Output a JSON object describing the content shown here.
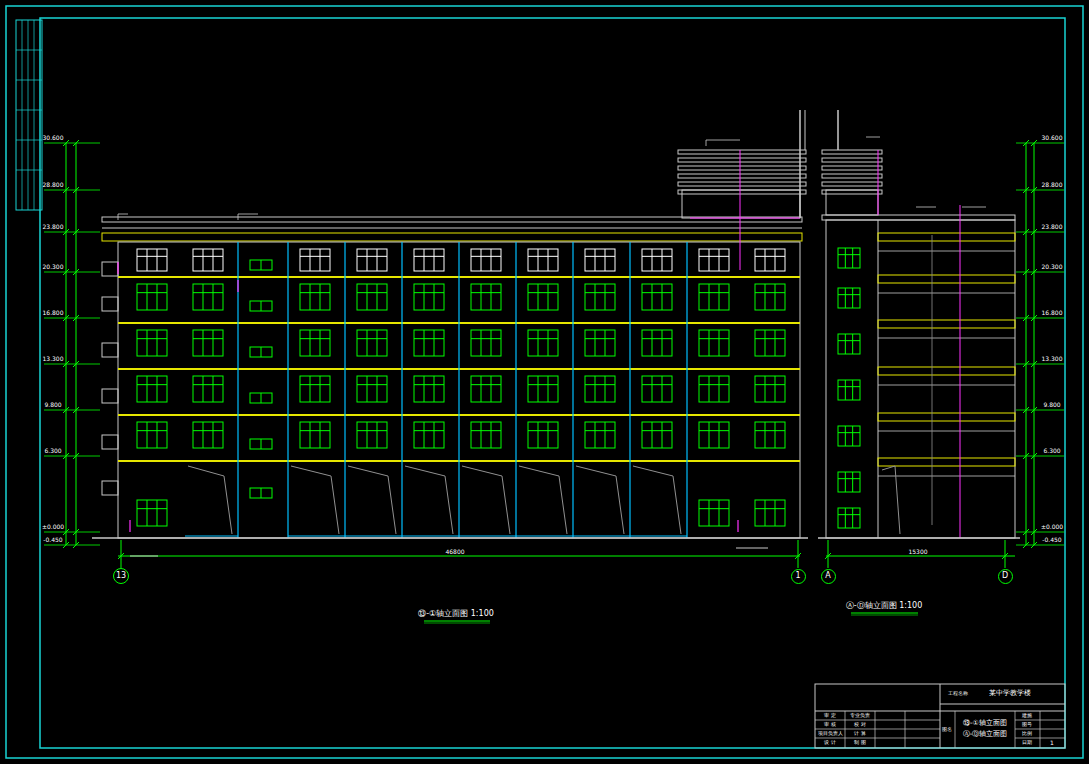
{
  "diagram": {
    "nodes": [
      {
        "text": [
          "13"
        ]
      },
      {
        "text": [
          "1"
        ]
      },
      {
        "text": [
          "A"
        ]
      },
      {
        "text": [
          "D"
        ]
      }
    ],
    "labels": [
      "30.600",
      "28.800",
      "23.800",
      "20.300",
      "16.800",
      "13.300",
      "9.800",
      "6.300",
      "±0.000",
      "-0.450",
      "30.600",
      "28.800",
      "23.800",
      "20.300",
      "16.800",
      "13.300",
      "9.800",
      "6.300",
      "±0.000",
      "-0.450",
      "46800",
      "15300",
      "⑬-①轴立面图 1:100",
      "Ⓐ-Ⓓ轴立面图 1:100",
      "工程名称",
      "某中学教学楼",
      "审 定",
      "审 核",
      "项目负责人",
      "设 计",
      "专业负责",
      "校 对",
      "计 算",
      "制 图",
      "图名",
      "⑬-①轴立面图",
      "Ⓐ-Ⓓ轴立面图",
      "建施",
      "图号",
      "比例",
      "日期",
      "1"
    ]
  }
}
